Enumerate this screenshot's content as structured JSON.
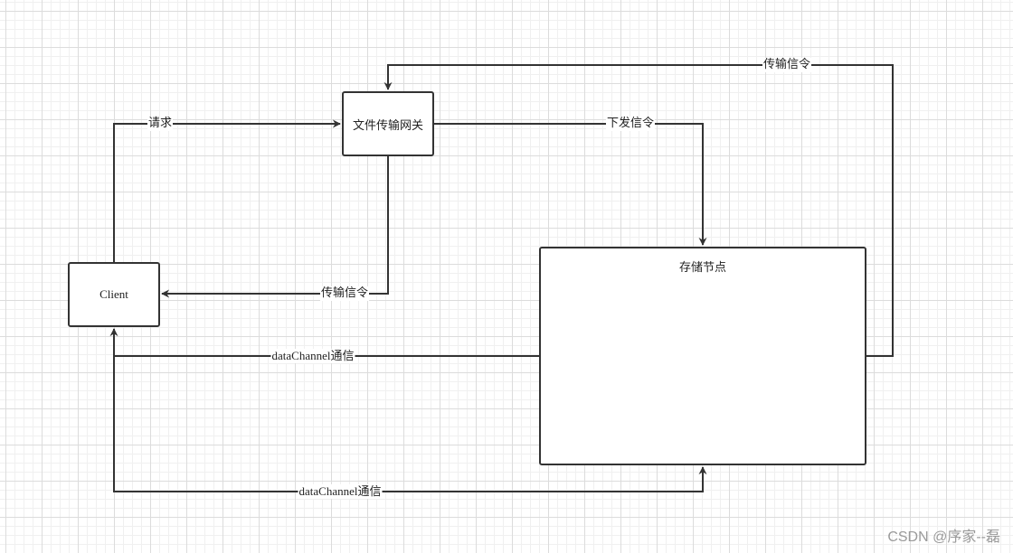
{
  "nodes": {
    "client": "Client",
    "gateway": "文件传输网关",
    "storage": "存储节点"
  },
  "edges": {
    "request": "请求",
    "dispatch": "下发信令",
    "transfer_top": "传输信令",
    "transfer_left": "传输信令",
    "datachannel_mid": "dataChannel通信",
    "datachannel_bottom": "dataChannel通信"
  },
  "colors": {
    "line": "#333333",
    "grid": "#dcdcdc",
    "background": "#ffffff"
  },
  "watermark": "CSDN @序家--磊"
}
